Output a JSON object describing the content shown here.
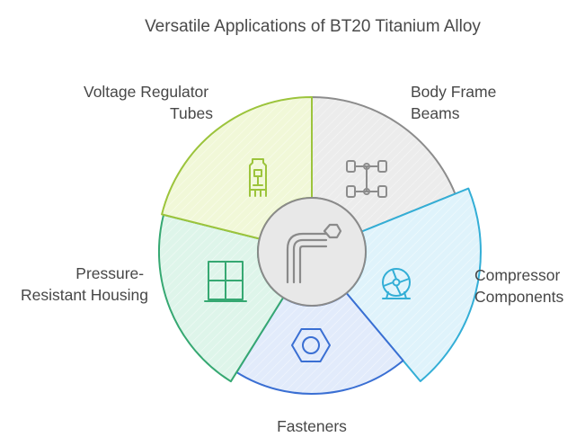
{
  "title": "Versatile Applications of BT20 Titanium Alloy",
  "center": {
    "icon": "hex-wrench-icon",
    "fill": "#e8e8e8",
    "stroke": "#8a8a8a"
  },
  "segments": [
    {
      "id": "body-frame-beams",
      "lines": [
        "Body Frame",
        "Beams"
      ],
      "icon": "chassis-icon",
      "fill": "#ececec",
      "stroke": "#8c8c8c"
    },
    {
      "id": "compressor-components",
      "lines": [
        "Compressor",
        "Components"
      ],
      "icon": "turbine-icon",
      "fill": "#dff3fb",
      "stroke": "#33aed6"
    },
    {
      "id": "fasteners",
      "lines": [
        "Fasteners"
      ],
      "icon": "hex-nut-icon",
      "fill": "#e2ebfb",
      "stroke": "#3a6fd3"
    },
    {
      "id": "pressure-resistant-housing",
      "lines": [
        "Pressure-",
        "Resistant Housing"
      ],
      "icon": "window-frame-icon",
      "fill": "#def5ea",
      "stroke": "#36a872"
    },
    {
      "id": "voltage-regulator-tubes",
      "lines": [
        "Voltage Regulator",
        "Tubes"
      ],
      "icon": "vacuum-tube-icon",
      "fill": "#f1f8d8",
      "stroke": "#9cc43c"
    }
  ]
}
